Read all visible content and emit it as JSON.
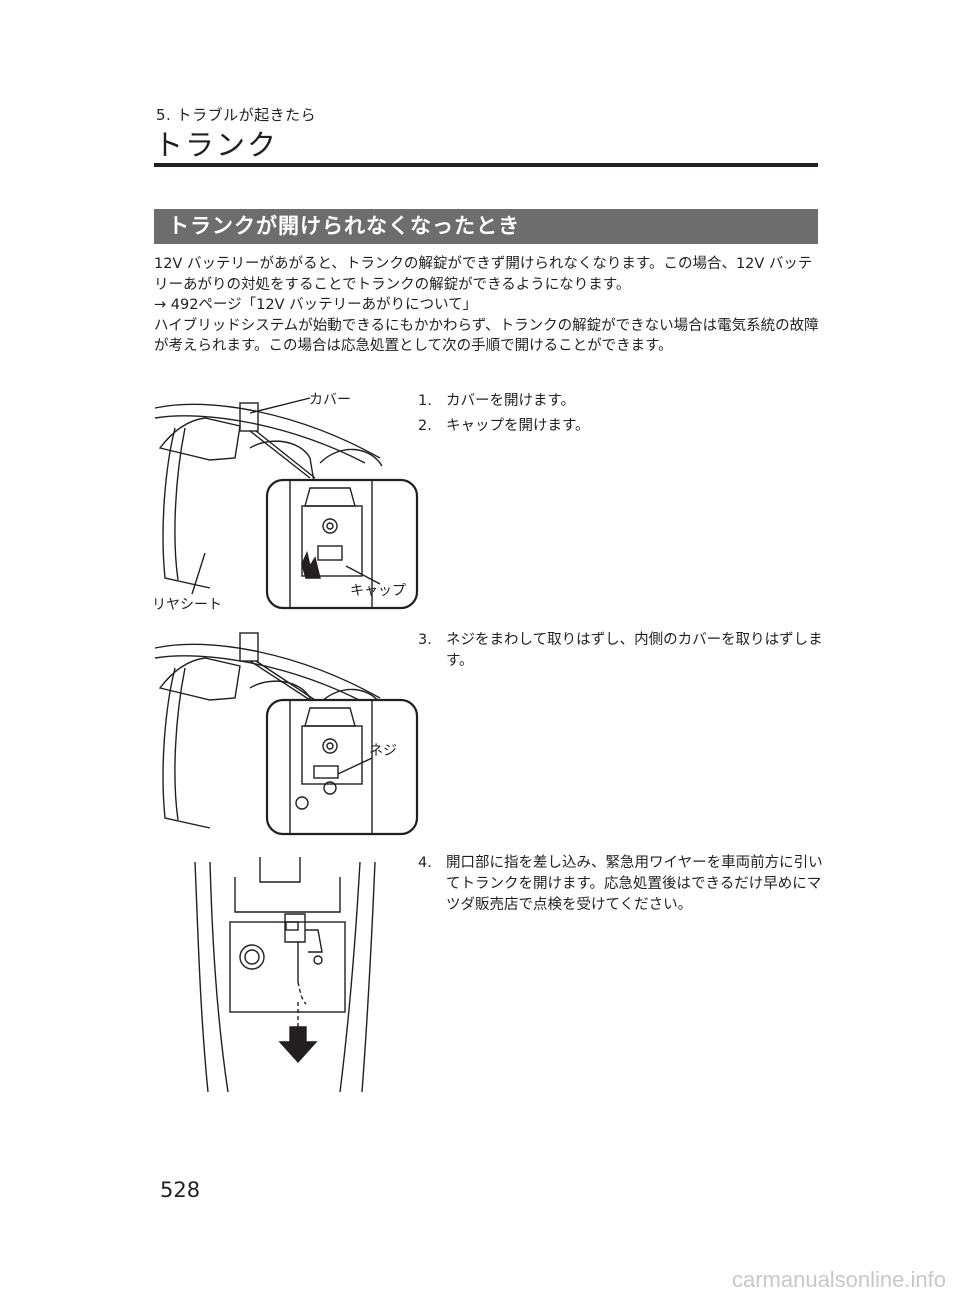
{
  "header": {
    "chapter": "5. トラブルが起きたら",
    "title": "トランク"
  },
  "section": {
    "heading": "トランクが開けられなくなったとき",
    "intro": [
      "12V バッテリーがあがると、トランクの解錠ができず開けられなくなります。この場合、12V バッテリーあがりの対処をすることでトランクの解錠ができるようになります。",
      "→ 492ページ「12V バッテリーあがりについて」",
      "ハイブリッドシステムが始動できるにもかかわらず、トランクの解錠ができない場合は電気系統の故障が考えられます。この場合は応急処置として次の手順で開けることができます。"
    ]
  },
  "steps": [
    {
      "num": "1.",
      "text": "カバーを開けます。"
    },
    {
      "num": "2.",
      "text": "キャップを開けます。"
    },
    {
      "num": "3.",
      "text": "ネジをまわして取りはずし、内側のカバーを取りはずします。"
    },
    {
      "num": "4.",
      "text": "開口部に指を差し込み、緊急用ワイヤーを車両前方に引いてトランクを開けます。応急処置後はできるだけ早めにマツダ販売店で点検を受けてください。"
    }
  ],
  "figure_labels": {
    "cover": "カバー",
    "cap": "キャップ",
    "rear_seat": "リヤシート",
    "screw": "ネジ"
  },
  "page_number": "528",
  "watermark": "carmanualsonline.info"
}
